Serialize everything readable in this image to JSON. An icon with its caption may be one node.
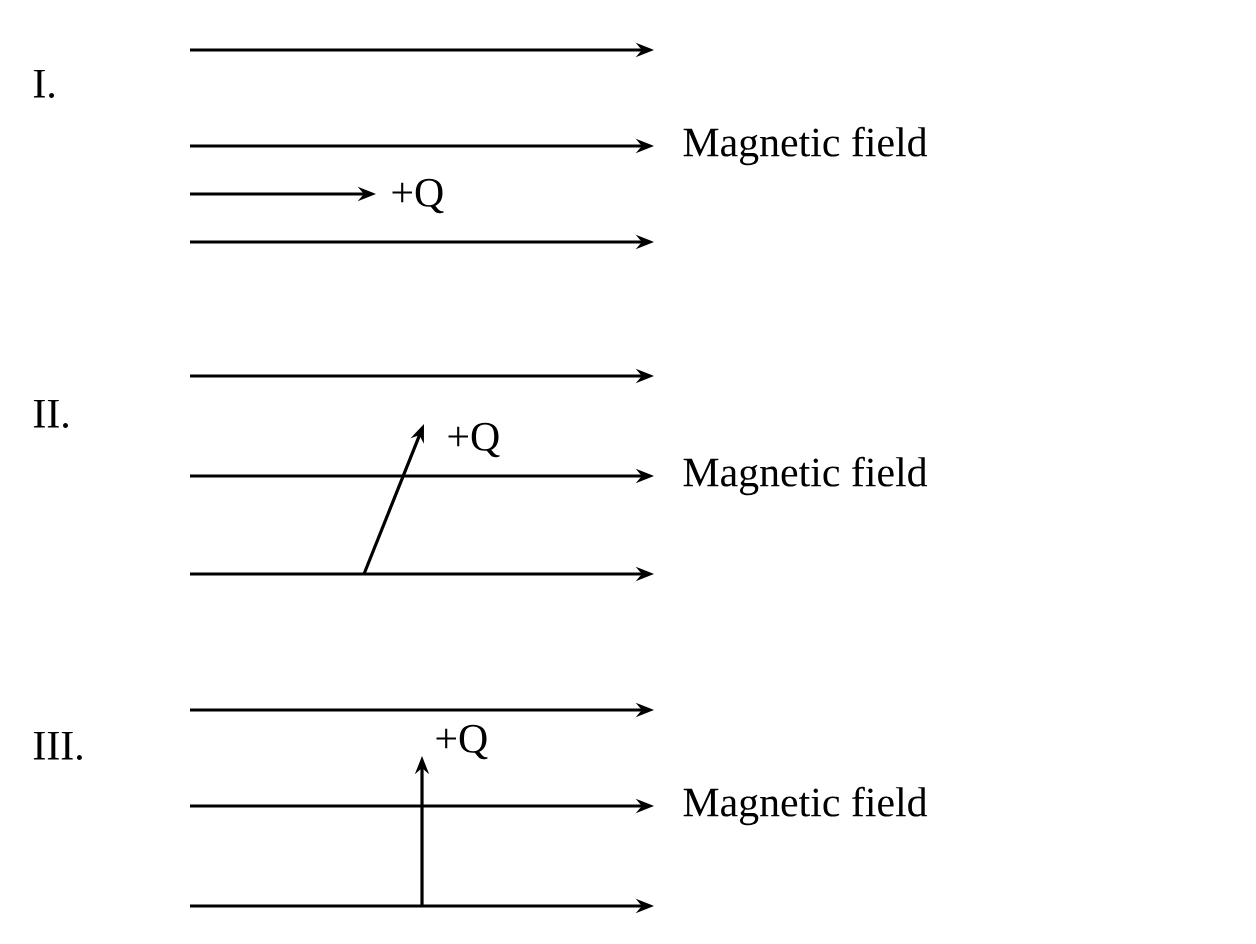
{
  "diagram": {
    "labels": [
      "I.",
      "Magnetic field",
      "+Q",
      "II.",
      "+Q",
      "Magnetic field",
      "III.",
      "+Q",
      "Magnetic field"
    ]
  }
}
